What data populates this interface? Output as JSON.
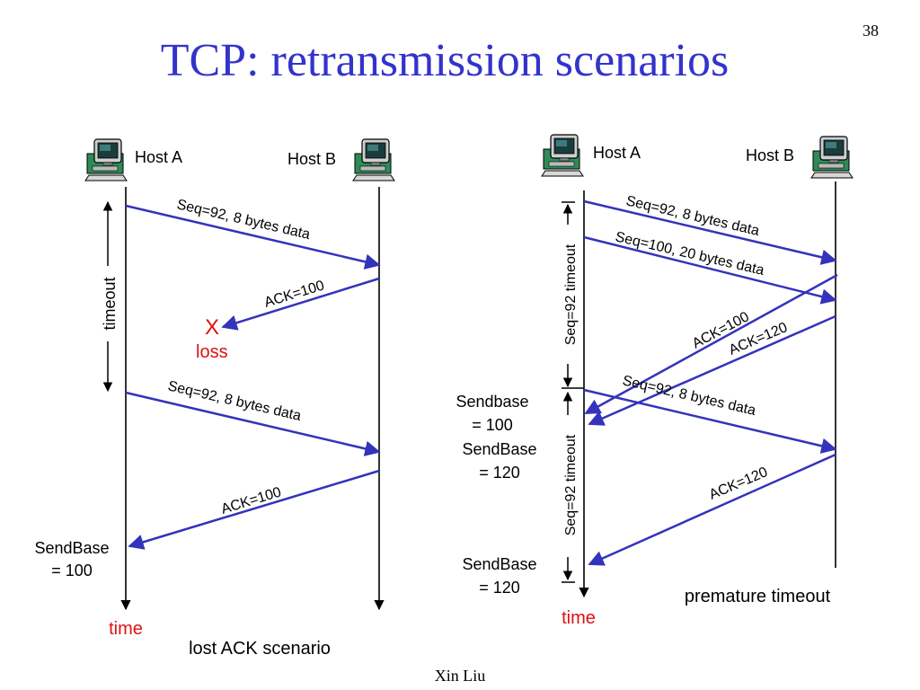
{
  "slide": {
    "title": "TCP: retransmission scenarios",
    "page_number": "38",
    "footer": "Xin Liu"
  },
  "colors": {
    "title": "#3333cc",
    "arrow": "#3333bb",
    "loss": "#dd1111",
    "text": "#000000"
  },
  "left": {
    "host_a": "Host A",
    "host_b": "Host B",
    "msg1": "Seq=92, 8 bytes data",
    "ack1": "ACK=100",
    "loss_mark": "X",
    "loss_label": "loss",
    "timeout_label": "timeout",
    "msg2": "Seq=92, 8 bytes data",
    "ack2": "ACK=100",
    "sendbase_line1": "SendBase",
    "sendbase_line2": "= 100",
    "time_label": "time",
    "caption": "lost ACK scenario"
  },
  "right": {
    "host_a": "Host A",
    "host_b": "Host B",
    "msg1": "Seq=92, 8 bytes data",
    "msg2": "Seq=100, 20 bytes data",
    "ack1": "ACK=100",
    "ack2": "ACK=120",
    "timeout1_label": "Seq=92 timeout",
    "timeout2_label": "Seq=92 timeout",
    "sendbase1_line1": "Sendbase",
    "sendbase1_line2": "= 100",
    "sendbase2_line1": "SendBase",
    "sendbase2_line2": "= 120",
    "msg3": "Seq=92, 8 bytes data",
    "ack3": "ACK=120",
    "sendbase3_line1": "SendBase",
    "sendbase3_line2": "= 120",
    "time_label": "time",
    "caption": "premature timeout"
  }
}
